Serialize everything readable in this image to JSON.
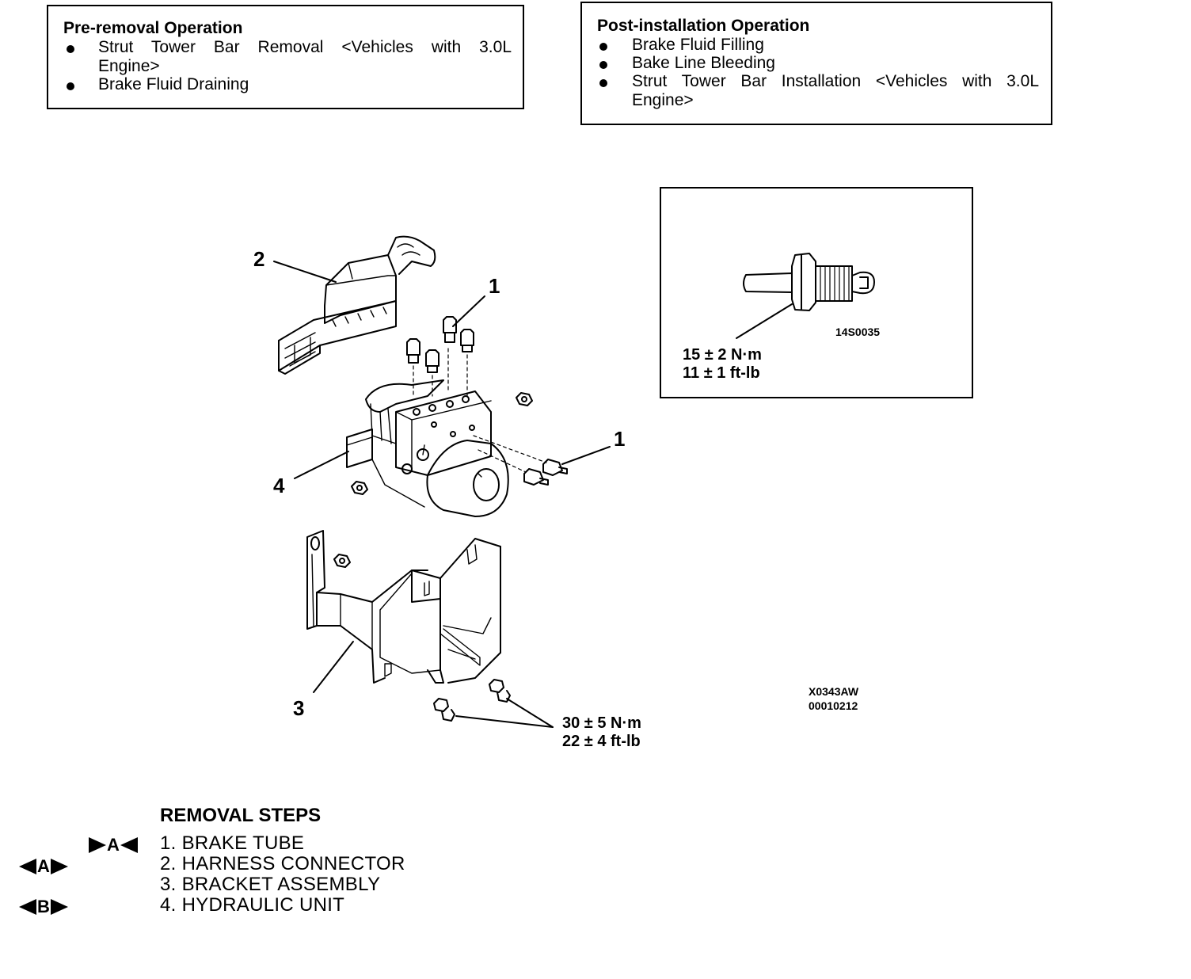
{
  "pre_removal": {
    "title": "Pre-removal Operation",
    "items": [
      "Strut Tower Bar Removal <Vehicles with 3.0L",
      "Engine>",
      "Brake Fluid Draining"
    ]
  },
  "post_installation": {
    "title": "Post-installation Operation",
    "items": [
      "Brake Fluid Filling",
      "Bake Line Bleeding",
      "Strut Tower Bar Installation <Vehicles with 3.0L",
      "Engine>"
    ]
  },
  "inset": {
    "code": "14S0035",
    "torque_nm": "15 ± 2 N·m",
    "torque_ftlb": "11 ± 1 ft-lb"
  },
  "main": {
    "callouts": [
      "2",
      "1",
      "1",
      "4",
      "3"
    ],
    "torque_nm": "30 ± 5 N·m",
    "torque_ftlb": "22 ± 4 ft-lb",
    "code_1": "X0343AW",
    "code_2": "00010212"
  },
  "removal": {
    "title": "REMOVAL STEPS",
    "steps": [
      "1. BRAKE TUBE",
      "2. HARNESS CONNECTOR",
      "3. BRACKET ASSEMBLY",
      "4. HYDRAULIC UNIT"
    ],
    "markers": [
      "A",
      "A",
      "B"
    ]
  }
}
